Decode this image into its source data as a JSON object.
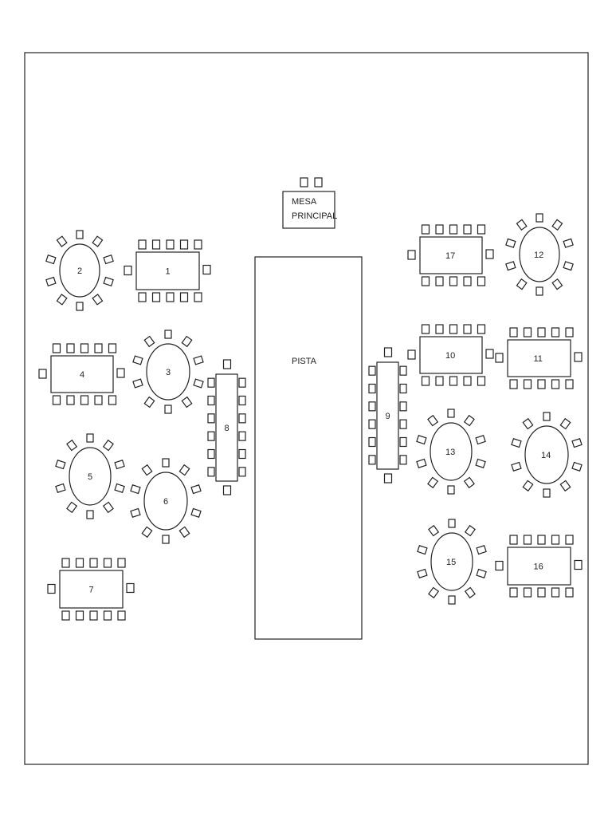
{
  "floor_plan": {
    "head_table": {
      "line1": "MESA",
      "line2": "PRINCIPAL"
    },
    "dance_floor": {
      "label": "PISTA"
    },
    "tables": [
      {
        "id": "t1",
        "label": "1"
      },
      {
        "id": "t2",
        "label": "2"
      },
      {
        "id": "t3",
        "label": "3"
      },
      {
        "id": "t4",
        "label": "4"
      },
      {
        "id": "t5",
        "label": "5"
      },
      {
        "id": "t6",
        "label": "6"
      },
      {
        "id": "t7",
        "label": "7"
      },
      {
        "id": "t8",
        "label": "8"
      },
      {
        "id": "t9",
        "label": "9"
      },
      {
        "id": "t10",
        "label": "10"
      },
      {
        "id": "t11",
        "label": "11"
      },
      {
        "id": "t12",
        "label": "12"
      },
      {
        "id": "t13",
        "label": "13"
      },
      {
        "id": "t14",
        "label": "14"
      },
      {
        "id": "t15",
        "label": "15"
      },
      {
        "id": "t16",
        "label": "16"
      },
      {
        "id": "t17",
        "label": "17"
      }
    ]
  }
}
